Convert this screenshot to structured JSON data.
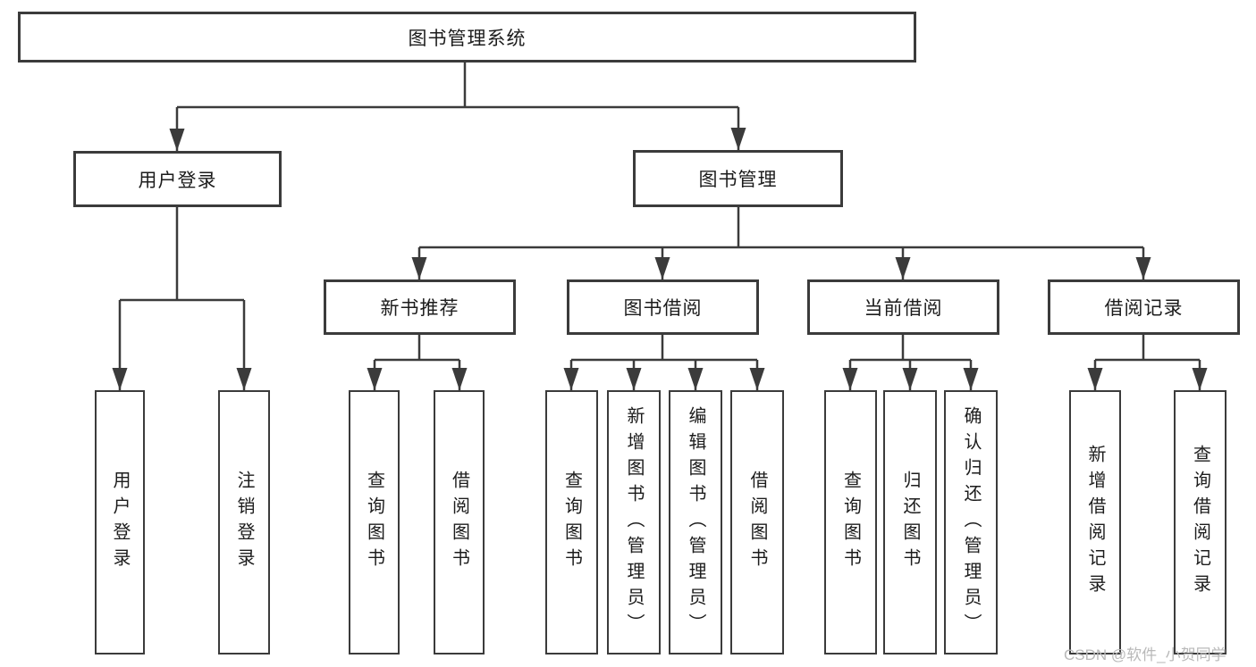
{
  "diagram": {
    "root": {
      "label": "图书管理系统"
    },
    "level2": [
      {
        "label": "用户登录"
      },
      {
        "label": "图书管理"
      }
    ],
    "level3": [
      {
        "label": "新书推荐"
      },
      {
        "label": "图书借阅"
      },
      {
        "label": "当前借阅"
      },
      {
        "label": "借阅记录"
      }
    ],
    "leaves": [
      {
        "label": "用户登录"
      },
      {
        "label": "注销登录"
      },
      {
        "label": "查询图书"
      },
      {
        "label": "借阅图书"
      },
      {
        "label": "查询图书"
      },
      {
        "label": "新增图书（管理员）"
      },
      {
        "label": "编辑图书（管理员）"
      },
      {
        "label": "借阅图书"
      },
      {
        "label": "查询图书"
      },
      {
        "label": "归还图书"
      },
      {
        "label": "确认归还（管理员）"
      },
      {
        "label": "新增借阅记录"
      },
      {
        "label": "查询借阅记录"
      }
    ]
  },
  "watermark": {
    "text": "CSDN @软件_小贺同学"
  },
  "colors": {
    "line": "#3b3b3b",
    "box_border": "#3b3b3b",
    "text": "#1c1c1c",
    "watermark": "#b9b9b9",
    "background": "#ffffff"
  }
}
